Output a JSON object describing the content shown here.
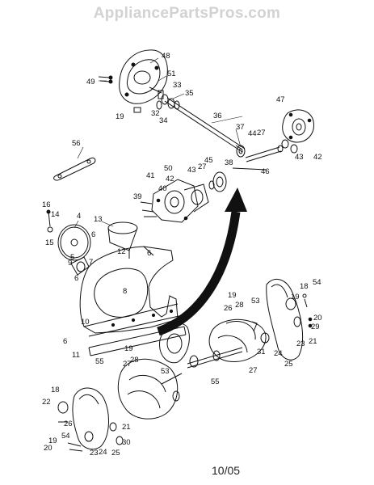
{
  "watermark": "AppliancePartsPros.com",
  "date_code": "10/05",
  "part_numbers": [
    "48",
    "51",
    "49",
    "33",
    "35",
    "32",
    "34",
    "19",
    "36",
    "47",
    "37",
    "44",
    "27",
    "43",
    "42",
    "38",
    "46",
    "56",
    "50",
    "45",
    "43",
    "27",
    "41",
    "42",
    "40",
    "39",
    "16",
    "14",
    "4",
    "13",
    "15",
    "5",
    "6",
    "12",
    "6",
    "9",
    "6",
    "7",
    "8",
    "10",
    "6",
    "11",
    "55",
    "19",
    "28",
    "26",
    "53",
    "18",
    "54",
    "19",
    "20",
    "29",
    "21",
    "23",
    "24",
    "25",
    "31",
    "27",
    "55",
    "19",
    "28",
    "27",
    "53",
    "18",
    "22",
    "26",
    "21",
    "54",
    "19",
    "20",
    "23",
    "24",
    "25",
    "30"
  ],
  "colors": {
    "line": "#111111",
    "arrow": "#111111",
    "watermark": "#d2d2d2"
  }
}
